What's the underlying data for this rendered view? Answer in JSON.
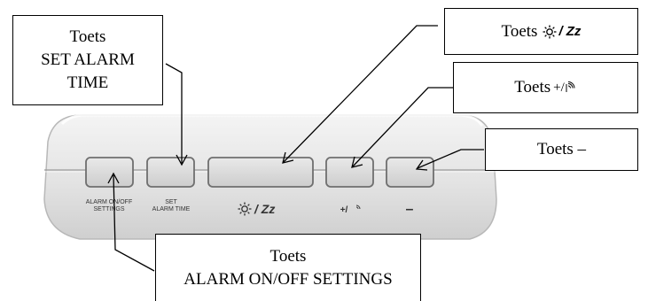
{
  "callouts": {
    "set_alarm_time": {
      "line1": "Toets",
      "line2": "SET ALARM",
      "line3": "TIME"
    },
    "light_snooze": {
      "prefix": "Toets",
      "slash_zz": "/ Zz"
    },
    "plus_radio": {
      "prefix": "Toets",
      "suffix": "+/"
    },
    "minus": {
      "text": "Toets –"
    },
    "alarm_onoff": {
      "line1": "Toets",
      "line2": "ALARM ON/OFF SETTINGS"
    }
  },
  "device": {
    "label_alarm_onoff_1": "ALARM ON/OFF",
    "label_alarm_onoff_2": "SETTINGS",
    "label_set_1": "SET",
    "label_set_2": "ALARM TIME",
    "label_light_snooze": "/ Zz",
    "label_plus": "+/",
    "label_minus": "–"
  },
  "colors": {
    "device_body": "#e6e6e6",
    "device_shadow": "#bdbdbd",
    "button_face": "#dcdcdc",
    "stroke": "#000000"
  },
  "icons": [
    "sun-icon",
    "radio-wave-icon"
  ]
}
